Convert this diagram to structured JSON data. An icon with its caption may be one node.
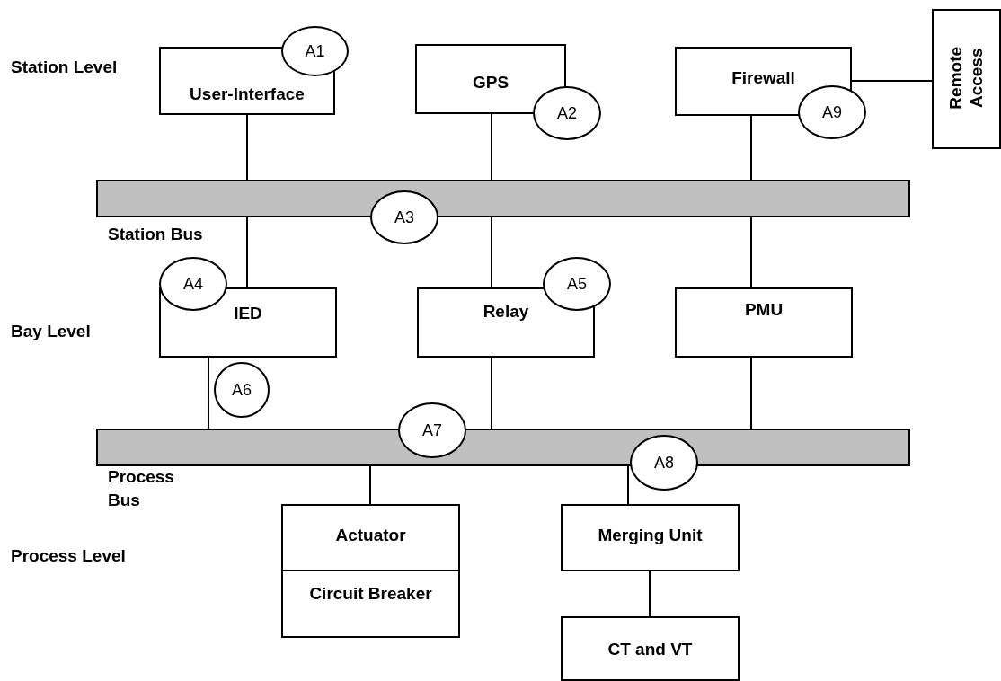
{
  "diagram": {
    "nodes": [
      {
        "text": [
          "User-Interface"
        ]
      },
      {
        "text": [
          "A1"
        ]
      },
      {
        "text": [
          "GPS"
        ]
      },
      {
        "text": [
          "A2"
        ]
      },
      {
        "text": [
          "Firewall"
        ]
      },
      {
        "text": [
          "A9"
        ]
      },
      {
        "text": [
          "Remote Access"
        ]
      },
      {
        "text": [],
        "shape": "bar",
        "beside": [
          "Station Bus"
        ]
      },
      {
        "text": [
          "A3"
        ]
      },
      {
        "text": [
          "A4"
        ]
      },
      {
        "text": [
          "IED"
        ]
      },
      {
        "text": [
          "A5"
        ]
      },
      {
        "text": [
          "Relay"
        ]
      },
      {
        "text": [
          "PMU"
        ]
      },
      {
        "text": [
          "A6"
        ]
      },
      {
        "text": [],
        "shape": "bar",
        "beside": [
          "Process Bus"
        ]
      },
      {
        "text": [
          "A7"
        ]
      },
      {
        "text": [
          "A8"
        ]
      },
      {
        "text": [
          "Actuator"
        ]
      },
      {
        "text": [
          "Circuit Breaker"
        ]
      },
      {
        "text": [
          "Merging Unit"
        ]
      },
      {
        "text": [
          "CT and VT"
        ]
      }
    ],
    "edges": [
      {
        "from": 0,
        "to": 7,
        "arrow": "none"
      },
      {
        "from": 2,
        "to": 7,
        "arrow": "none"
      },
      {
        "from": 4,
        "to": 7,
        "arrow": "none"
      },
      {
        "from": 4,
        "to": 6,
        "arrow": "none"
      },
      {
        "from": 7,
        "to": 10,
        "arrow": "none"
      },
      {
        "from": 7,
        "to": 12,
        "arrow": "none"
      },
      {
        "from": 7,
        "to": 13,
        "arrow": "none"
      },
      {
        "from": 10,
        "to": 15,
        "arrow": "none"
      },
      {
        "from": 12,
        "to": 15,
        "arrow": "none"
      },
      {
        "from": 13,
        "to": 15,
        "arrow": "none"
      },
      {
        "from": 15,
        "to": 18,
        "arrow": "none"
      },
      {
        "from": 15,
        "to": 20,
        "arrow": "none"
      },
      {
        "from": 20,
        "to": 21,
        "arrow": "none"
      }
    ],
    "labels": [
      "Station Level",
      "Bay Level",
      "Process Level"
    ]
  }
}
